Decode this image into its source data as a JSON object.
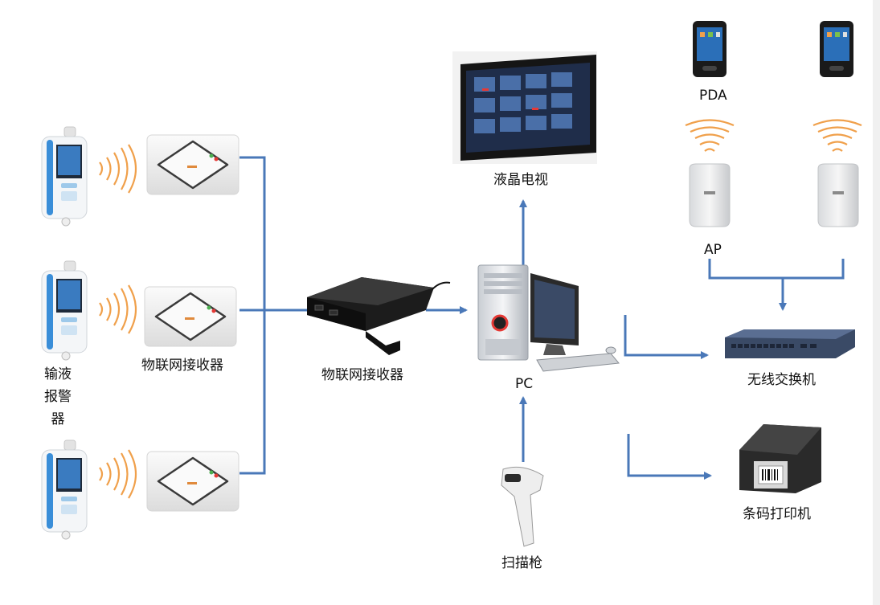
{
  "labels": {
    "alarm_device": "输液报警器",
    "iot_receiver_ceiling": "物联网接收器",
    "iot_receiver_rack": "物联网接收器",
    "lcd_tv": "液晶电视",
    "pc": "PC",
    "pda": "PDA",
    "ap": "AP",
    "wireless_switch": "无线交换机",
    "barcode_printer": "条码打印机",
    "scanner": "扫描枪"
  },
  "colors": {
    "connector": "#4a78b8",
    "wave_orange": "#f0a04b",
    "device_blue": "#3a8ed8"
  }
}
